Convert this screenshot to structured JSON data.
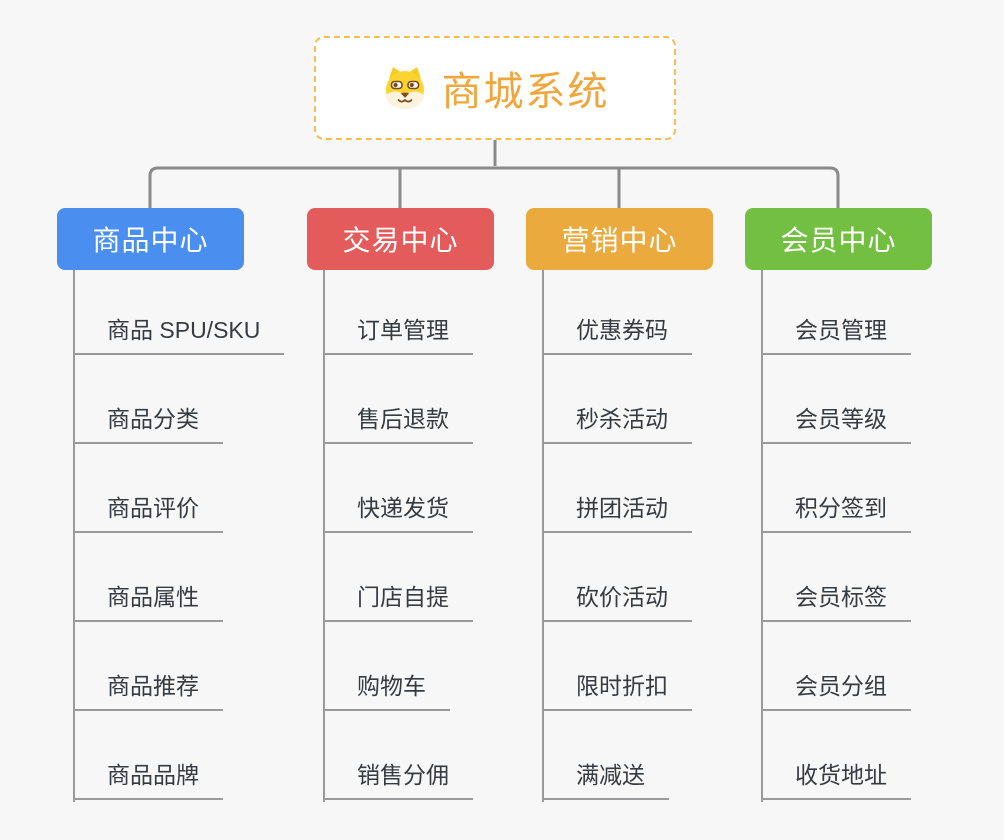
{
  "root": {
    "title": "商城系统",
    "icon": "shiba-dog-icon",
    "accent_color": "#f0a63c",
    "border_color": "#f7bc52"
  },
  "branches": [
    {
      "label": "商品中心",
      "color": "#4a8ff0",
      "items": [
        "商品 SPU/SKU",
        "商品分类",
        "商品评价",
        "商品属性",
        "商品推荐",
        "商品品牌"
      ]
    },
    {
      "label": "交易中心",
      "color": "#e45b5b",
      "items": [
        "订单管理",
        "售后退款",
        "快递发货",
        "门店自提",
        "购物车",
        "销售分佣"
      ]
    },
    {
      "label": "营销中心",
      "color": "#eaaa3e",
      "items": [
        "优惠券码",
        "秒杀活动",
        "拼团活动",
        "砍价活动",
        "限时折扣",
        "满减送"
      ]
    },
    {
      "label": "会员中心",
      "color": "#73bf42",
      "items": [
        "会员管理",
        "会员等级",
        "积分签到",
        "会员标签",
        "会员分组",
        "收货地址"
      ]
    }
  ],
  "line_color": "#8a8a8a",
  "background_color": "#f7f7f7"
}
